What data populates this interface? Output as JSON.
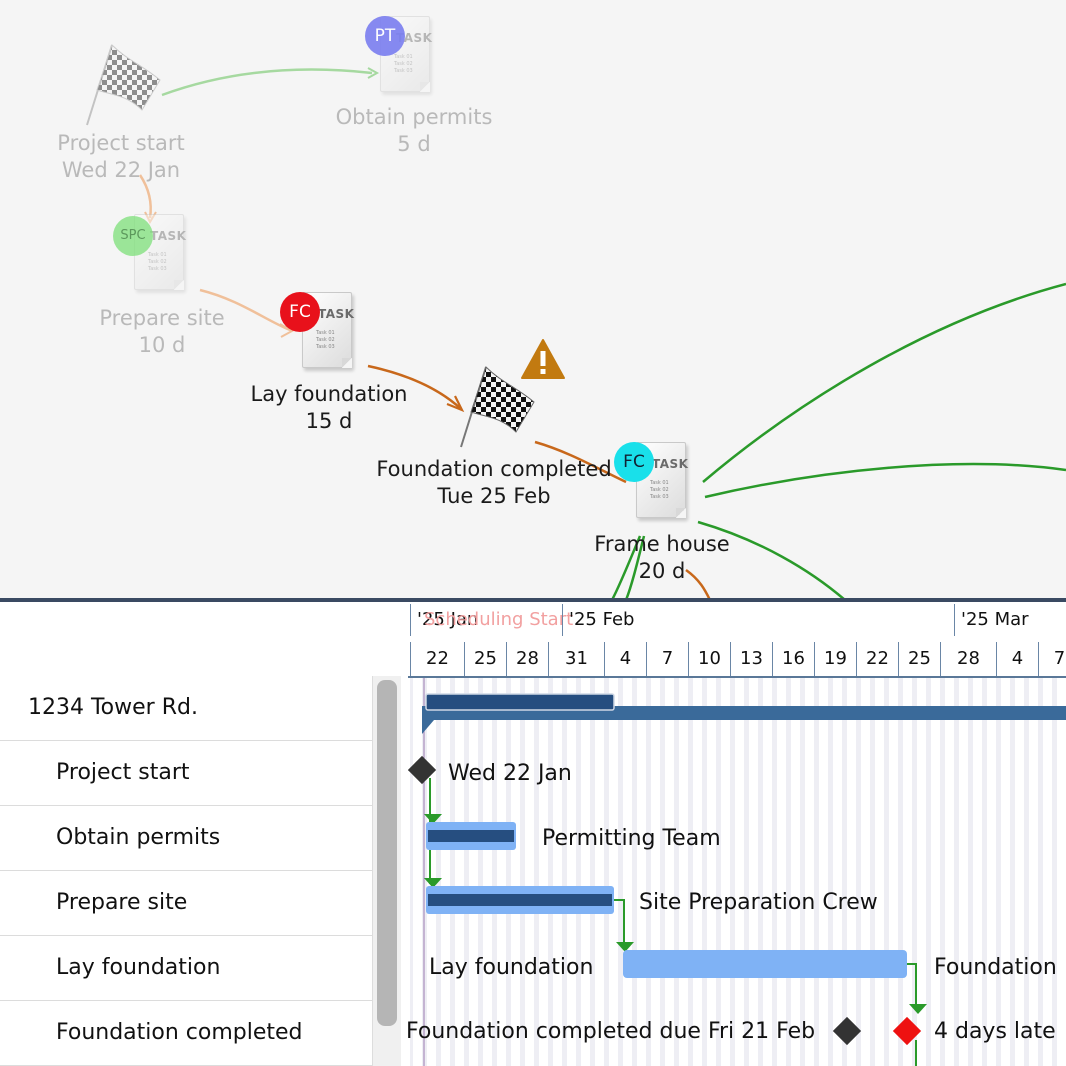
{
  "network": {
    "nodes": [
      {
        "id": "project-start",
        "line1": "Project start",
        "line2": "Wed 22 Jan",
        "dim": true
      },
      {
        "id": "obtain-permits",
        "line1": "Obtain permits",
        "line2": "5 d",
        "dim": true,
        "badge": "PT",
        "badge_color": "#7a7ef0"
      },
      {
        "id": "prepare-site",
        "line1": "Prepare site",
        "line2": "10 d",
        "dim": true,
        "badge": "SPC",
        "badge_color": "#7ee07a"
      },
      {
        "id": "lay-foundation",
        "line1": "Lay foundation",
        "line2": "15 d",
        "dim": false,
        "badge": "FC",
        "badge_color": "#e8111b"
      },
      {
        "id": "foundation-completed",
        "line1": "Foundation completed",
        "line2": "Tue 25 Feb",
        "dim": false
      },
      {
        "id": "frame-house",
        "line1": "Frame house",
        "line2": "20 d",
        "dim": false,
        "badge": "FC",
        "badge_color": "#19e0ea"
      }
    ],
    "task_icon_title": "TASK",
    "task_icon_lines": [
      "Task 01",
      "Task 02",
      "Task 03"
    ],
    "colors": {
      "link_dim_green": "#a6d9a0",
      "link_dim_orange": "#f0c09a",
      "link_orange": "#c8681b",
      "link_green": "#2a9a2a",
      "warning": "#c27a10"
    }
  },
  "gantt": {
    "rows": [
      {
        "label": "1234 Tower Rd.",
        "level": 0
      },
      {
        "label": "Project start",
        "level": 1
      },
      {
        "label": "Obtain permits",
        "level": 1
      },
      {
        "label": "Prepare site",
        "level": 1
      },
      {
        "label": "Lay foundation",
        "level": 1
      },
      {
        "label": "Foundation completed",
        "level": 1
      }
    ],
    "timescale": {
      "months": [
        "'25  Jan",
        "'25  Feb",
        "'25  Mar"
      ],
      "ghost_text": "Scheduling Start",
      "days": [
        "22",
        "25",
        "28",
        "31",
        "4",
        "7",
        "10",
        "13",
        "16",
        "19",
        "22",
        "25",
        "28",
        "4",
        "7"
      ]
    },
    "labels": {
      "project_start_date": "Wed 22 Jan",
      "obtain_permits_resource": "Permitting Team",
      "prepare_site_resource": "Site Preparation Crew",
      "lay_foundation_left": "Lay foundation",
      "lay_foundation_right": "Foundation",
      "foundation_due": "Foundation completed due Fri 21 Feb",
      "foundation_late": "4 days late"
    },
    "colors": {
      "summary_bar": "#3a6a9a",
      "task_dark": "#264e80",
      "task_light": "#7fb2f5",
      "link": "#2a9a2a",
      "milestone": "#333333",
      "late_milestone": "#ee1111"
    }
  }
}
